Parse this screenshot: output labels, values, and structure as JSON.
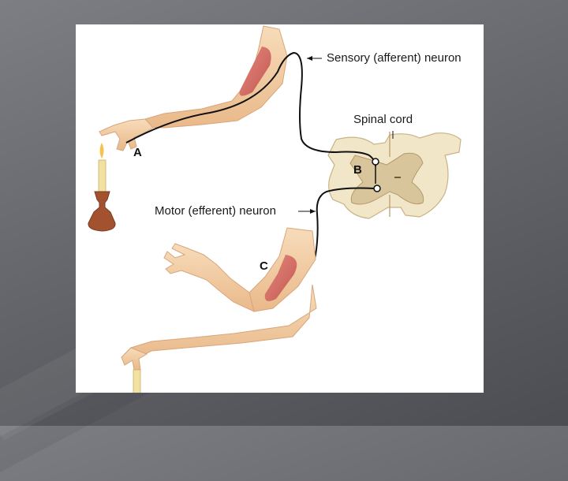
{
  "labels": {
    "sensory": "Sensory (afferent) neuron",
    "spinal_cord": "Spinal cord",
    "motor": "Motor (efferent) neuron",
    "a": "A",
    "b": "B",
    "c": "C"
  },
  "colors": {
    "background": "#66676c",
    "skin": "#f3cfa6",
    "muscle": "#d4706a",
    "spinal_cord_white_matter": "#f2e6c8",
    "spinal_cord_grey_matter": "#d8c59c",
    "candle_holder": "#a2522f",
    "nerve": "#111111"
  }
}
